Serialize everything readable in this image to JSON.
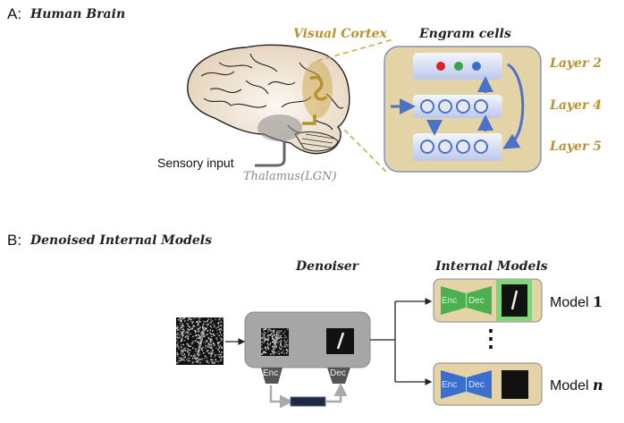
{
  "panel_a": {
    "letter": "A:",
    "title": "Human Brain",
    "visual_cortex_label": "Visual Cortex",
    "engram_title": "Engram cells",
    "sensory_input_label": "Sensory input",
    "thalamus_label": "Thalamus(LGN)",
    "layers": [
      {
        "label": "Layer 2",
        "neurons": [
          "#d9232b",
          "#3aa24a",
          "#3a6fd0"
        ]
      },
      {
        "label": "Layer 4",
        "neurons": [
          "#e6e8ee",
          "#e6e8ee",
          "#e6e8ee",
          "#e6e8ee"
        ]
      },
      {
        "label": "Layer 5",
        "neurons": [
          "#e6e8ee",
          "#e6e8ee",
          "#e6e8ee",
          "#e6e8ee"
        ]
      }
    ]
  },
  "panel_b": {
    "letter": "B:",
    "title": "Denoised Internal Models",
    "denoiser_title": "Denoiser",
    "internal_models_title": "Internal Models",
    "enc_label": "Enc",
    "dec_label": "Dec",
    "ellipsis": "⋮",
    "models": [
      {
        "label_prefix": "Model ",
        "label_index": "1",
        "color": "#4caf50",
        "highlight": true
      },
      {
        "label_prefix": "Model ",
        "label_index": "n",
        "color": "#3a6fd0",
        "highlight": false
      }
    ]
  },
  "colors": {
    "gold": "#b8922e",
    "engram_bg": "#e3d3a6",
    "arrow_blue": "#4a72c9",
    "denoiser_gray": "#a6a6a6",
    "model_bg": "#e3d3a6"
  }
}
